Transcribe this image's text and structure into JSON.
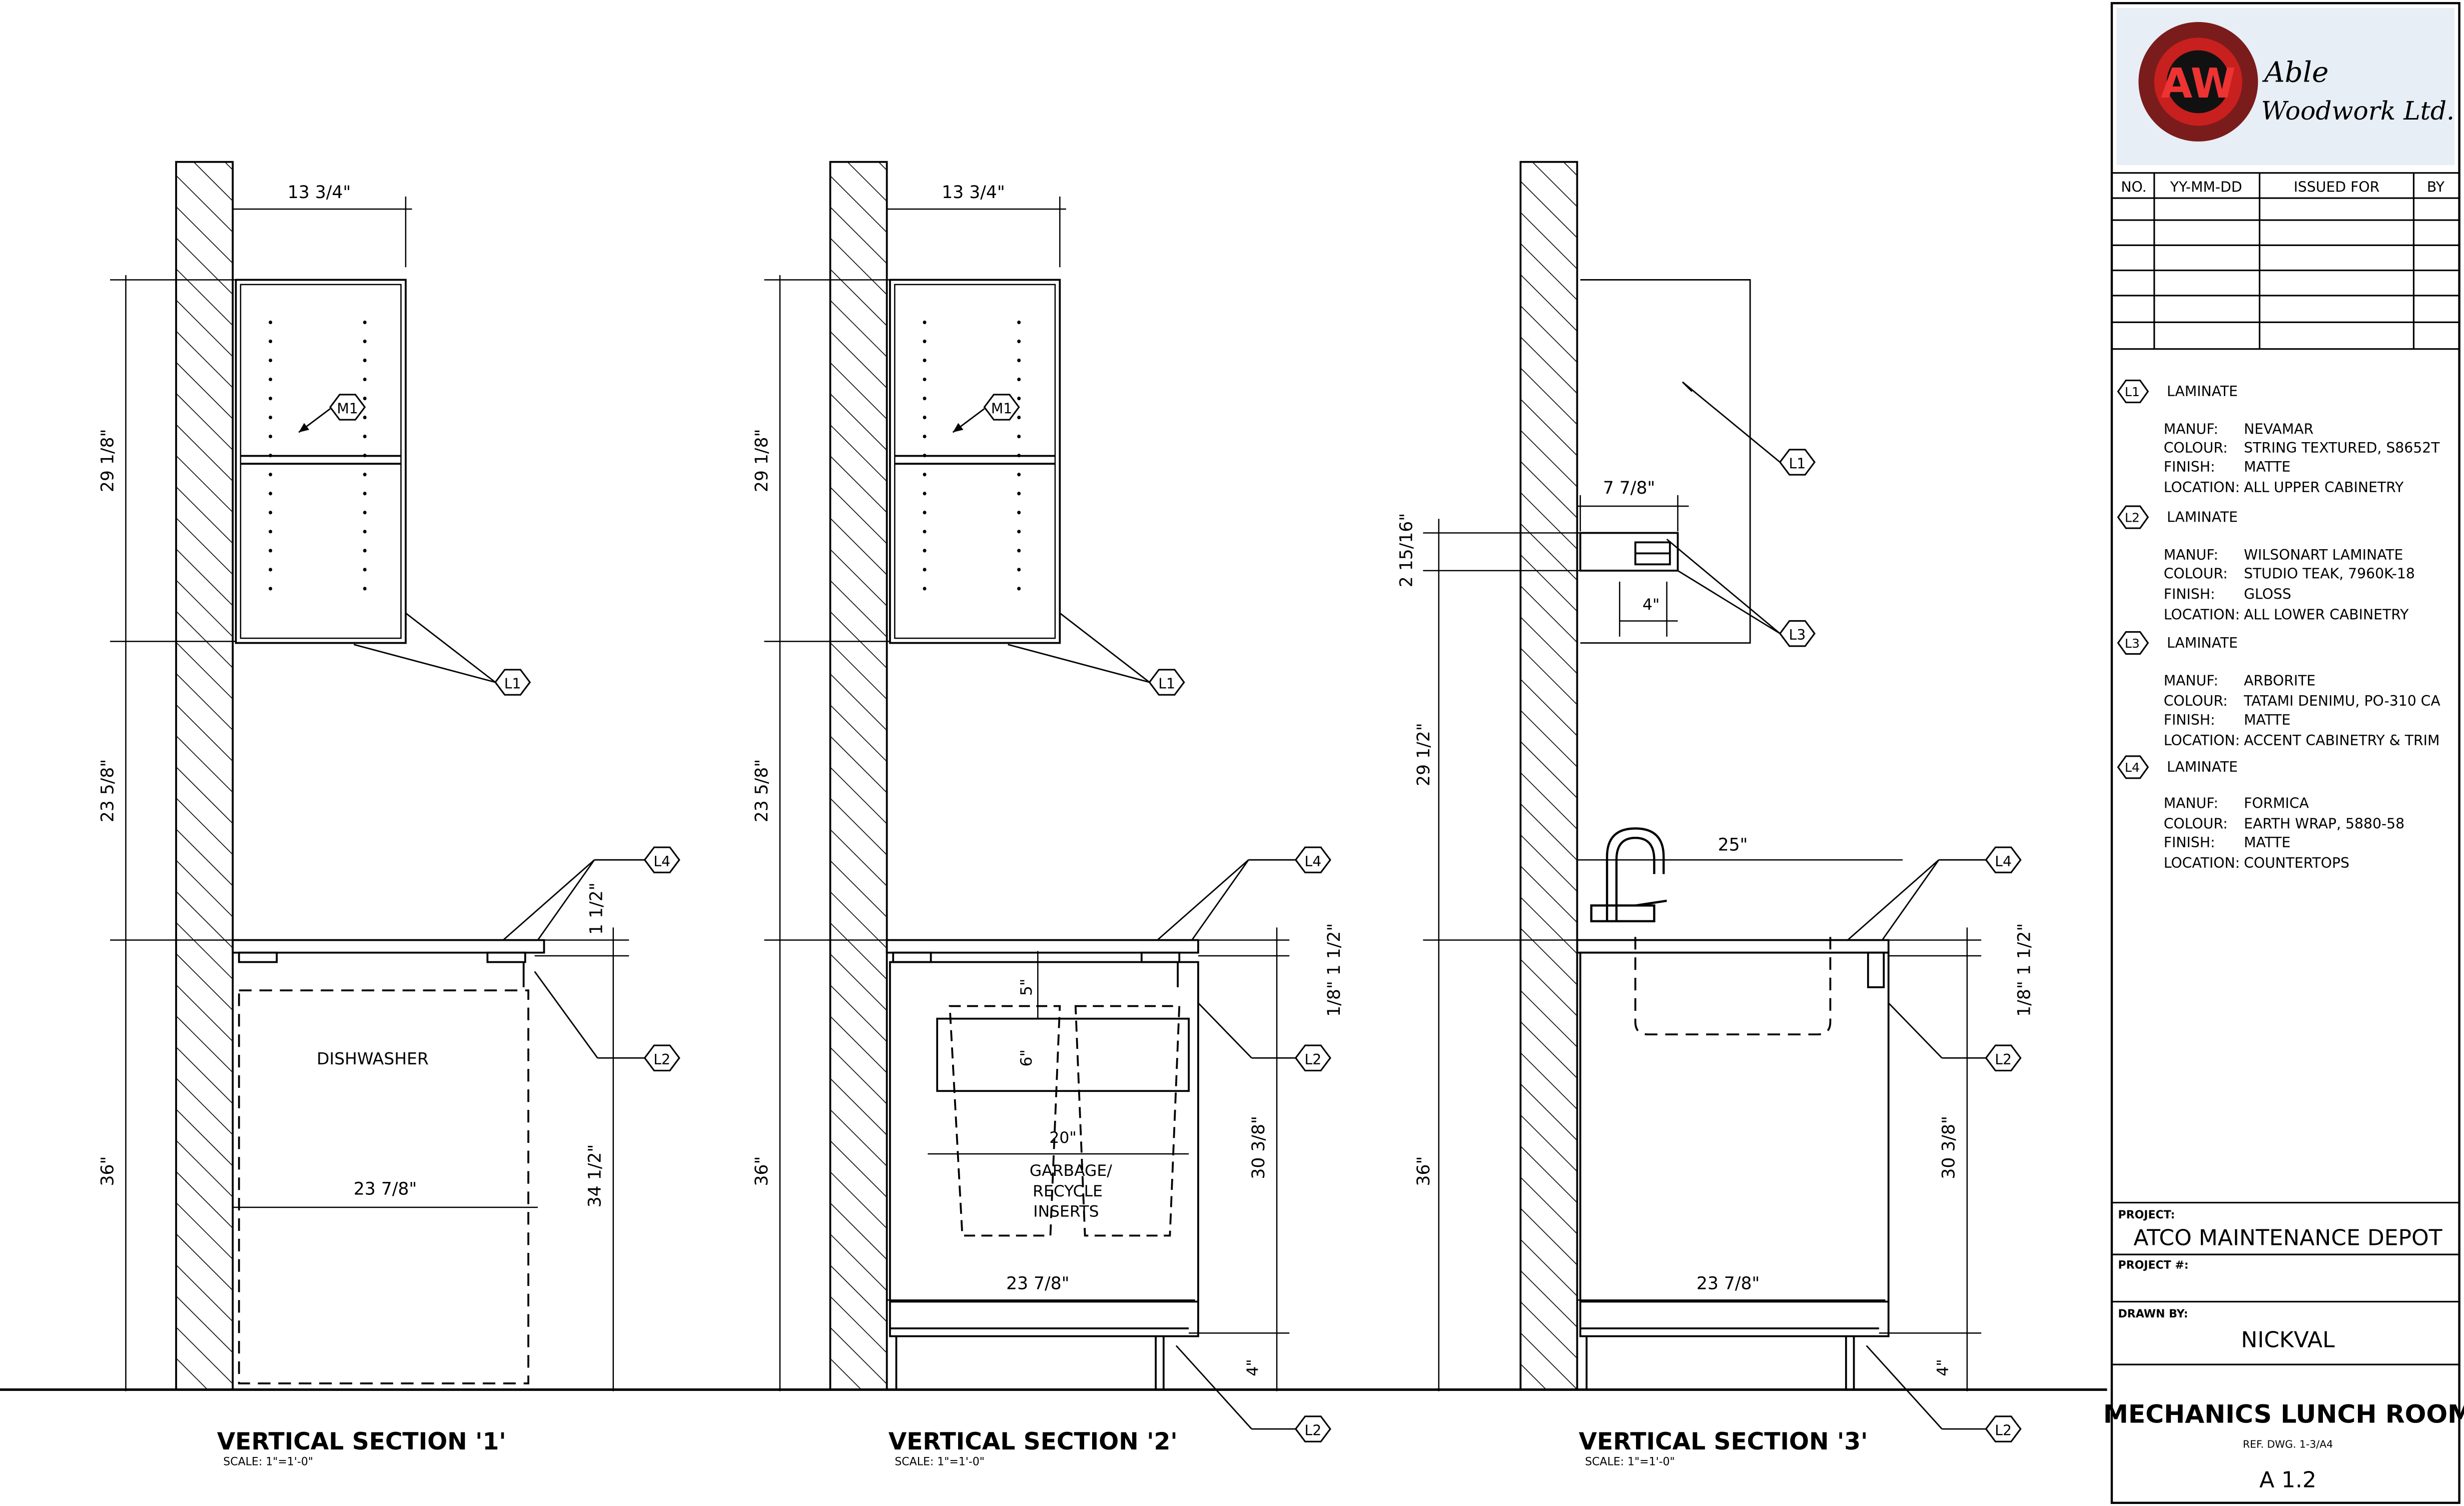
{
  "sections": [
    {
      "title": "VERTICAL SECTION '1'",
      "scale": "SCALE: 1\"=1'-0\"",
      "dims": {
        "top_width": "13 3/4\"",
        "upper_height": "29 1/8\"",
        "mid_height": "23 5/8\"",
        "base_height": "36\"",
        "counter": "1 1/2\"",
        "total": "34 1/2\"",
        "width": "23 7/8\""
      },
      "appliance": "DISHWASHER",
      "tags": [
        "M1",
        "L1",
        "L4",
        "L2"
      ]
    },
    {
      "title": "VERTICAL SECTION '2'",
      "scale": "SCALE: 1\"=1'-0\"",
      "dims": {
        "top_width": "13 3/4\"",
        "upper_height": "29 1/8\"",
        "mid_height": "23 5/8\"",
        "base_height": "36\"",
        "counter": "1/8\" 1 1/2\"",
        "cabinet": "30 3/8\"",
        "toe": "4\"",
        "width": "23 7/8\"",
        "insert_gap": "5\"",
        "insert_h": "6\"",
        "insert_w": "20\""
      },
      "appliance": "GARBAGE/\nRECYCLE\nINSERTS",
      "appliance_lines": [
        "GARBAGE/",
        "RECYCLE",
        "INSERTS"
      ],
      "tags": [
        "M1",
        "L1",
        "L4",
        "L2",
        "L2"
      ]
    },
    {
      "title": "VERTICAL SECTION '3'",
      "scale": "SCALE: 1\"=1'-0\"",
      "dims": {
        "shelf_w": "7 7/8\"",
        "shelf_h": "2 15/16\"",
        "shelf_d": "4\"",
        "mid_height": "29 1/2\"",
        "base_height": "36\"",
        "counter": "1/8\" 1 1/2\"",
        "cabinet": "30 3/8\"",
        "toe": "4\"",
        "width": "23 7/8\"",
        "sink": "25\""
      },
      "tags": [
        "L1",
        "L3",
        "L4",
        "L2",
        "L2"
      ]
    }
  ],
  "title_block": {
    "company_line1": "Able",
    "company_line2": "Woodwork Ltd.",
    "logo_letters": "AW",
    "issue_headers": [
      "NO.",
      "YY-MM-DD",
      "ISSUED FOR",
      "BY"
    ],
    "materials": [
      {
        "tag": "L1",
        "name": "LAMINATE",
        "manuf": "NEVAMAR",
        "colour": "STRING TEXTURED, S8652T",
        "finish": "MATTE",
        "location": "ALL UPPER CABINETRY"
      },
      {
        "tag": "L2",
        "name": "LAMINATE",
        "manuf": "WILSONART LAMINATE",
        "colour": "STUDIO TEAK, 7960K-18",
        "finish": "GLOSS",
        "location": "ALL LOWER CABINETRY"
      },
      {
        "tag": "L3",
        "name": "LAMINATE",
        "manuf": "ARBORITE",
        "colour": "TATAMI DENIMU, PO-310 CA",
        "finish": "MATTE",
        "location": "ACCENT CABINETRY & TRIM"
      },
      {
        "tag": "L4",
        "name": "LAMINATE",
        "manuf": "FORMICA",
        "colour": "EARTH WRAP, 5880-58",
        "finish": "MATTE",
        "location": "COUNTERTOPS"
      }
    ],
    "field_labels": {
      "manuf": "MANUF:",
      "colour": "COLOUR:",
      "finish": "FINISH:",
      "location": "LOCATION:"
    },
    "project_label": "PROJECT:",
    "project": "ATCO MAINTENANCE DEPOT",
    "project_no_label": "PROJECT #:",
    "drawn_by_label": "DRAWN BY:",
    "drawn_by": "NICKVAL",
    "sheet_title": "MECHANICS LUNCH ROOM",
    "ref": "REF. DWG. 1-3/A4",
    "sheet_no": "A 1.2"
  }
}
